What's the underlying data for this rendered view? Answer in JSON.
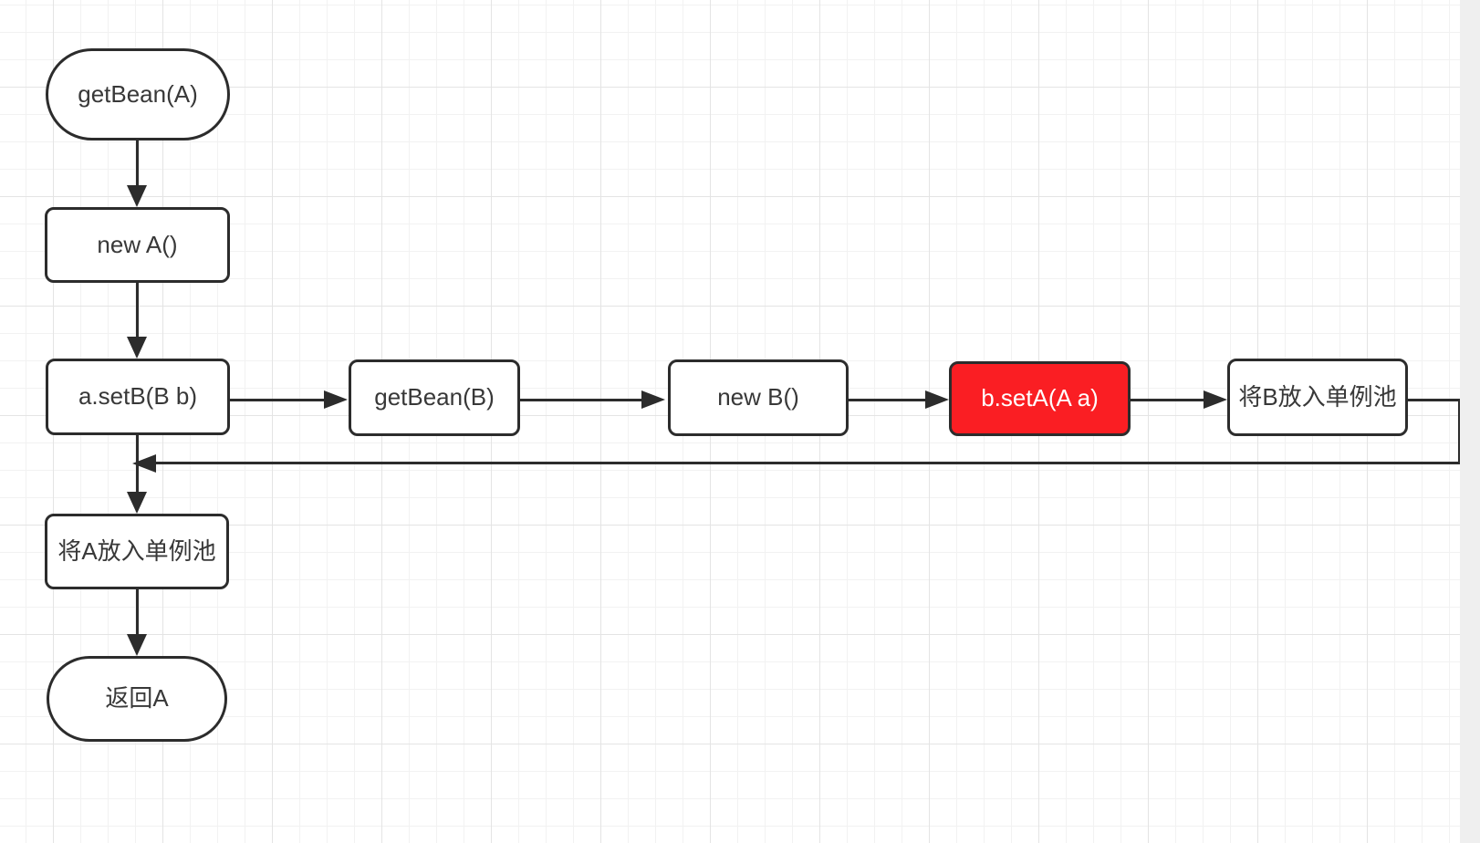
{
  "diagram": {
    "type": "flowchart",
    "nodes": {
      "get_bean_a": {
        "label": "getBean(A)",
        "shape": "terminator"
      },
      "new_a": {
        "label": "new A()",
        "shape": "process"
      },
      "a_set_b": {
        "label": "a.setB(B b)",
        "shape": "process"
      },
      "get_bean_b": {
        "label": "getBean(B)",
        "shape": "process"
      },
      "new_b": {
        "label": "new B()",
        "shape": "process"
      },
      "b_set_a": {
        "label": "b.setA(A a)",
        "shape": "process",
        "highlighted": true,
        "fill": "#fa1e23",
        "text_color": "#ffffff"
      },
      "put_b_pool": {
        "label": "将B放入单例池",
        "shape": "process"
      },
      "put_a_pool": {
        "label": "将A放入单例池",
        "shape": "process"
      },
      "return_a": {
        "label": "返回A",
        "shape": "terminator"
      }
    },
    "edges": [
      {
        "from": "get_bean_a",
        "to": "new_a"
      },
      {
        "from": "new_a",
        "to": "a_set_b"
      },
      {
        "from": "a_set_b",
        "to": "get_bean_b"
      },
      {
        "from": "get_bean_b",
        "to": "new_b"
      },
      {
        "from": "new_b",
        "to": "b_set_a"
      },
      {
        "from": "b_set_a",
        "to": "put_b_pool"
      },
      {
        "from": "put_b_pool",
        "to": "a_set_b_to_put_a_pool_junction"
      },
      {
        "from": "a_set_b",
        "to": "put_a_pool"
      },
      {
        "from": "put_a_pool",
        "to": "return_a"
      }
    ],
    "colors": {
      "stroke": "#2c2c2c",
      "text": "#383838",
      "node-fill": "#ffffff",
      "highlight-fill": "#fa1e23",
      "highlight-text": "#ffffff",
      "grid-minor": "#f2f2f2",
      "grid-major": "#e4e4e4",
      "canvas": "#ffffff",
      "gutter": "#efefef"
    }
  }
}
